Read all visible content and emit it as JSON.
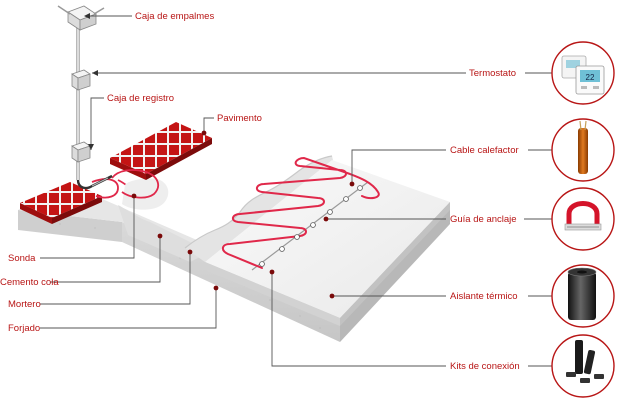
{
  "labels": {
    "caja_empalmes": "Caja de empalmes",
    "caja_registro": "Caja de registro",
    "pavimento": "Pavimento",
    "sonda": "Sonda",
    "cemento_cola": "Cemento cola",
    "mortero": "Mortero",
    "forjado": "Forjado",
    "termostato": "Termostato",
    "cable_calefactor": "Cable calefactor",
    "guia_anclaje": "Guía de anclaje",
    "aislante_termico": "Aislante térmico",
    "kits_conexion": "Kits de conexión"
  },
  "thermostat_display": "22",
  "colors": {
    "label_text": "#b81515",
    "leader_line": "#555555",
    "tile_red": "#c41414",
    "heating_cable": "#e0284a",
    "circle_border": "#b81515"
  },
  "icons": [
    "thermostat-icon",
    "heating-cable-icon",
    "anchor-guide-icon",
    "insulation-roll-icon",
    "connection-kit-icon"
  ]
}
